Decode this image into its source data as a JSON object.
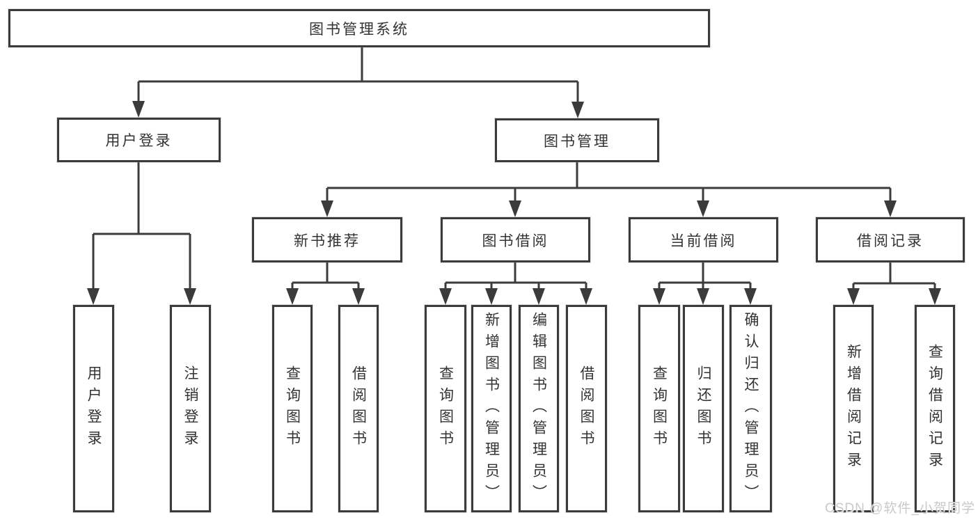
{
  "diagram": {
    "root": {
      "label": "图书管理系统"
    },
    "level2": [
      {
        "label": "用户登录",
        "parent": "图书管理系统"
      },
      {
        "label": "图书管理",
        "parent": "图书管理系统"
      }
    ],
    "level3": [
      {
        "label": "新书推荐",
        "parent": "图书管理"
      },
      {
        "label": "图书借阅",
        "parent": "图书管理"
      },
      {
        "label": "当前借阅",
        "parent": "图书管理"
      },
      {
        "label": "借阅记录",
        "parent": "图书管理"
      }
    ],
    "leaves": [
      {
        "label": "用户登录",
        "parent": "用户登录"
      },
      {
        "label": "注销登录",
        "parent": "用户登录"
      },
      {
        "label": "查询图书",
        "parent": "新书推荐"
      },
      {
        "label": "借阅图书",
        "parent": "新书推荐"
      },
      {
        "label": "查询图书",
        "parent": "图书借阅"
      },
      {
        "label": "新增图书（管理员）",
        "parent": "图书借阅"
      },
      {
        "label": "编辑图书（管理员）",
        "parent": "图书借阅"
      },
      {
        "label": "借阅图书",
        "parent": "图书借阅"
      },
      {
        "label": "查询图书",
        "parent": "当前借阅"
      },
      {
        "label": "归还图书",
        "parent": "当前借阅"
      },
      {
        "label": "确认归还（管理员）",
        "parent": "当前借阅"
      },
      {
        "label": "新增借阅记录",
        "parent": "借阅记录"
      },
      {
        "label": "查询借阅记录",
        "parent": "借阅记录"
      }
    ]
  },
  "watermark": {
    "text": "CSDN @软件_小贺同学"
  },
  "colors": {
    "line": "#3b3b3b",
    "border": "#3b3b3b",
    "text": "#333333",
    "watermark": "#c9c9c9",
    "background": "#ffffff"
  }
}
